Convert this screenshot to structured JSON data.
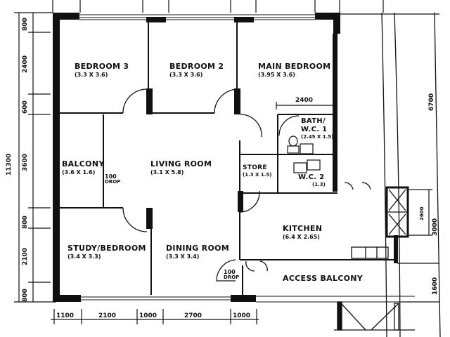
{
  "plan": {
    "rooms": [
      {
        "name": "BEDROOM 3",
        "size": "(3.3 X 3.6)"
      },
      {
        "name": "BEDROOM 2",
        "size": "(3.3 X 3.6)"
      },
      {
        "name": "MAIN BEDROOM",
        "size": "(3.95 X 3.6)"
      },
      {
        "name": "BATH/",
        "name2": "W.C. 1",
        "size": "(2.45 X 1.5)"
      },
      {
        "name": "W.C. 2",
        "size": "(1.3)"
      },
      {
        "name": "STORE",
        "size": "(1.3 X 1.5)"
      },
      {
        "name": "BALCONY",
        "size": "(3.6 X 1.6)"
      },
      {
        "name": "LIVING ROOM",
        "size": "(3.1 X 5.8)"
      },
      {
        "name": "STUDY/BEDROOM",
        "size": "(3.4 X 3.3)"
      },
      {
        "name": "DINING ROOM",
        "size": "(3.3 X 3.4)"
      },
      {
        "name": "KITCHEN",
        "size": "(6.4 X 2.65)"
      },
      {
        "name": "ACCESS BALCONY",
        "size": ""
      }
    ],
    "drops": [
      {
        "value": "100",
        "label": "DROP"
      },
      {
        "value": "100",
        "label": "DROP"
      }
    ],
    "dimensions": {
      "left_outer": "11300",
      "left_inner": [
        "800",
        "2400",
        "600",
        "3600",
        "800",
        "2100",
        "800"
      ],
      "bottom": [
        "1100",
        "2100",
        "1000",
        "2700",
        "1000"
      ],
      "right": [
        "6700",
        "3000",
        "1600"
      ],
      "right_inner": "2600",
      "bath_width": "2400"
    }
  }
}
